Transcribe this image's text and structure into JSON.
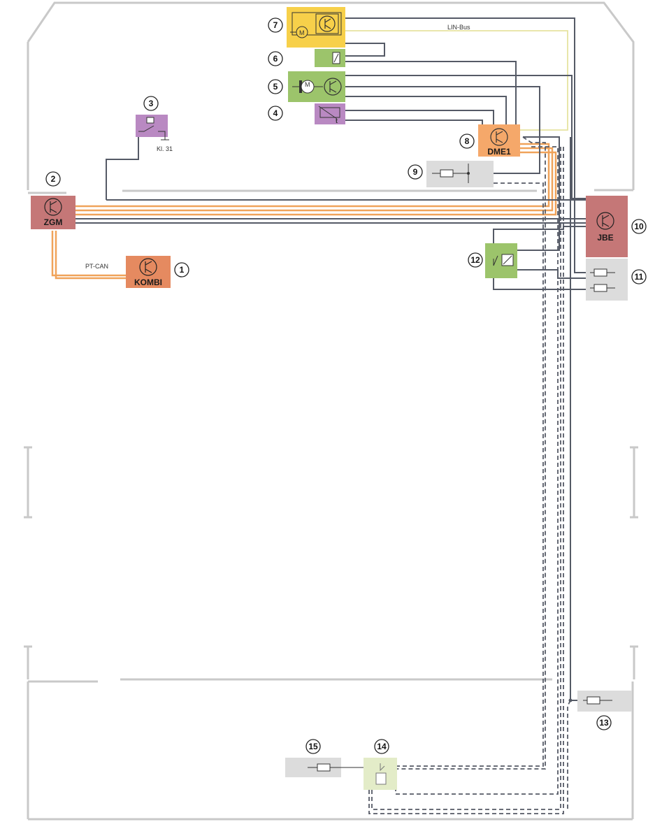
{
  "colors": {
    "outline": "#c9c9c9",
    "wire_dark": "#555a66",
    "can_orange": "#f0a35a",
    "lin_yellow": "#e6e3a0",
    "zgm_jbe_red": "#c57777",
    "kombi_orange": "#e58a60",
    "dme_orange": "#f5a86a",
    "yellow_box": "#f7d04a",
    "green_box": "#9cc46b",
    "light_green_box": "#e3ecc8",
    "purple_box": "#b989c2",
    "grey_box": "#dcdcdc"
  },
  "labels": {
    "lin_bus": "LIN-Bus",
    "pt_can": "PT-CAN",
    "kl31": "Kl. 31",
    "zgm": "ZGM",
    "kombi": "KOMBI",
    "dme1": "DME1",
    "jbe": "JBE"
  },
  "callouts": [
    "1",
    "2",
    "3",
    "4",
    "5",
    "6",
    "7",
    "8",
    "9",
    "10",
    "11",
    "12",
    "13",
    "14",
    "15"
  ]
}
